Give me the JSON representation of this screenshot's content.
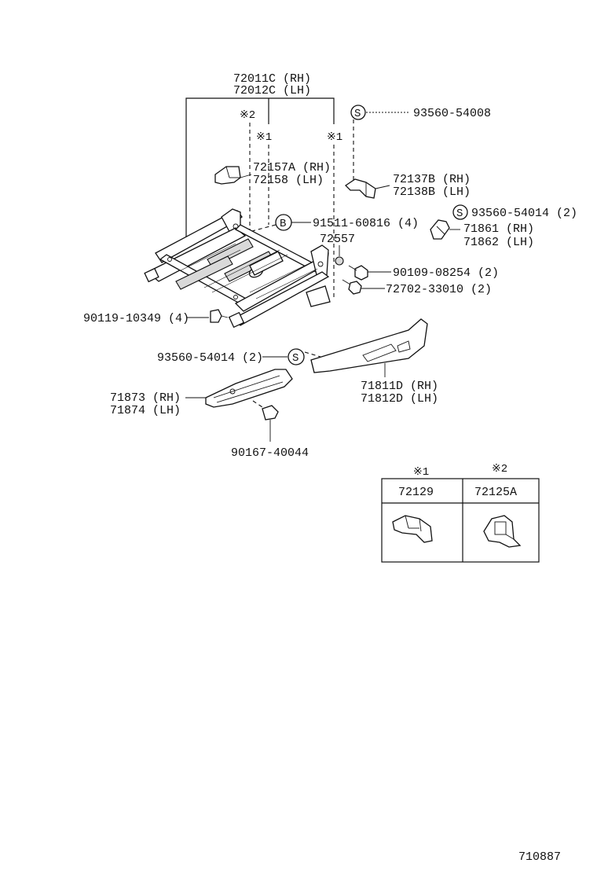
{
  "frame_assembly": {
    "rh": "72011C (RH)",
    "lh": "72012C (LH)"
  },
  "markers": {
    "m1": "※1",
    "m2": "※2",
    "s": "S",
    "b": "B"
  },
  "parts": {
    "p93560_54008": "93560-54008",
    "p72157a": "72157A (RH)",
    "p72158": "72158  (LH)",
    "p72137b": "72137B (RH)",
    "p72138b": "72138B (LH)",
    "p91511": "91511-60816 (4)",
    "p93560_54014_r": "93560-54014 (2)",
    "p71861": "71861 (RH)",
    "p71862": "71862 (LH)",
    "p72557": "72557",
    "p90109": "90109-08254 (2)",
    "p72702": "72702-33010 (2)",
    "p90119": "90119-10349 (4)",
    "p93560_54014_l": "93560-54014 (2)",
    "p71811d": "71811D (RH)",
    "p71812d": "71812D (LH)",
    "p71873": "71873 (RH)",
    "p71874": "71874 (LH)",
    "p90167": "90167-40044"
  },
  "legend_table": {
    "col1": {
      "marker": "※1",
      "part": "72129"
    },
    "col2": {
      "marker": "※2",
      "part": "72125A"
    }
  },
  "diagram_id": "710887"
}
